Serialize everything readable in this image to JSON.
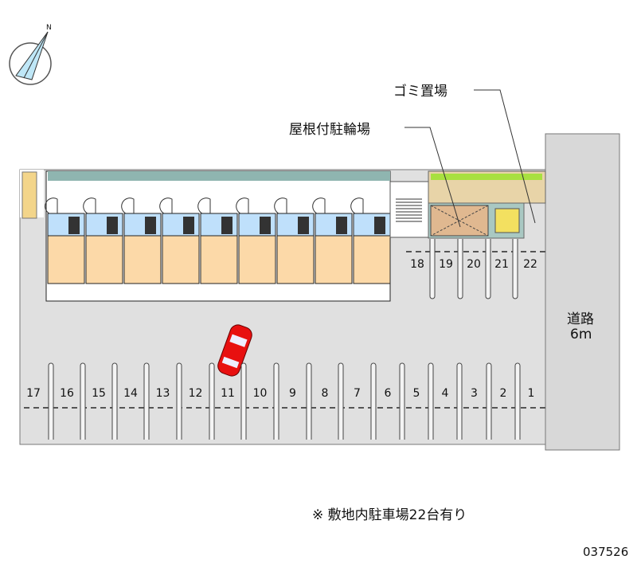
{
  "labels": {
    "garbage": "ゴミ置場",
    "bike": "屋根付駐輪場",
    "road_line1": "道路",
    "road_line2": "6m",
    "note": "※ 敷地内駐車場22台有り",
    "code": "037526",
    "north": "N"
  },
  "stalls_bottom": [
    "17",
    "16",
    "15",
    "14",
    "13",
    "12",
    "11",
    "10",
    "9",
    "8",
    "7",
    "6",
    "5",
    "4",
    "3",
    "2",
    "1"
  ],
  "stalls_top": [
    "18",
    "19",
    "20",
    "21",
    "22"
  ],
  "colors": {
    "lot": "#e0e0e0",
    "road": "#d8d8d8",
    "unit_blue": "#bfe0fb",
    "unit_orange": "#fcd9a8",
    "teal": "#8fb5b0",
    "car": "#e81010"
  }
}
